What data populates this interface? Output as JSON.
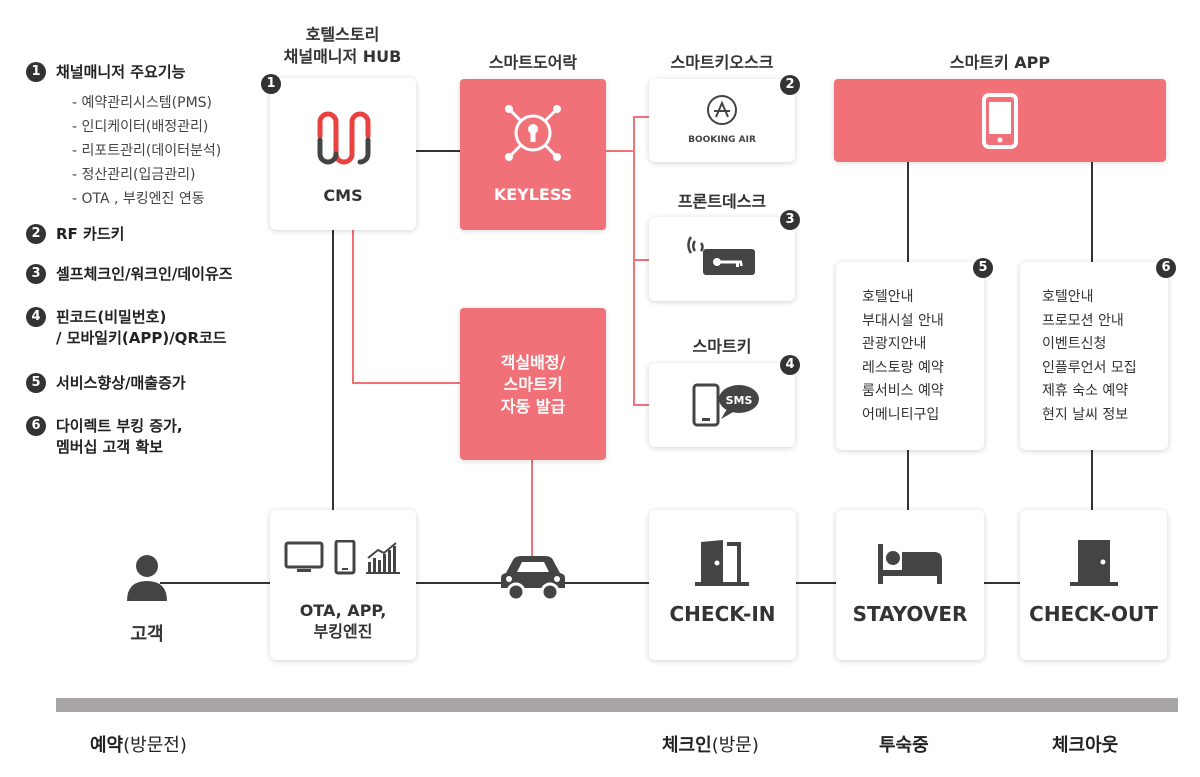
{
  "legend": [
    {
      "num": "1",
      "title": "채널매니저 주요기능",
      "items": [
        "- 예약관리시스템(PMS)",
        "- 인디케이터(배정관리)",
        "- 리포트관리(데이터분석)",
        "- 정산관리(입금관리)",
        "- OTA , 부킹엔진 연동"
      ]
    },
    {
      "num": "2",
      "title": "RF 카드키"
    },
    {
      "num": "3",
      "title": "셀프체크인/워크인/데이유즈"
    },
    {
      "num": "4",
      "title": "핀코드(비밀번호)",
      "title2": "/ 모바일키(APP)/QR코드"
    },
    {
      "num": "5",
      "title": "서비스향상/매출증가"
    },
    {
      "num": "6",
      "title": "다이렉트 부킹 증가,",
      "title2": "멤버십 고객 확보"
    }
  ],
  "hub": {
    "title1": "호텔스토리",
    "title2": "채널매니저 HUB",
    "num": "1",
    "label": "CMS"
  },
  "doorlock": {
    "title": "스마트도어락",
    "label": "KEYLESS"
  },
  "kiosk": {
    "title": "스마트키오스크",
    "num": "2",
    "logo_text": "BOOKING AIR"
  },
  "frontdesk": {
    "title": "프론트데스크",
    "num": "3"
  },
  "smartkey": {
    "title": "스마트키",
    "num": "4",
    "badge": "SMS"
  },
  "app": {
    "title": "스마트키 APP"
  },
  "issue": {
    "line1": "객실배정/",
    "line2": "스마트키",
    "line3": "자동 발급"
  },
  "list5": {
    "num": "5",
    "items": [
      "호텔안내",
      "부대시설 안내",
      "관광지안내",
      "레스토랑 예약",
      "룸서비스 예약",
      "어메니티구입"
    ]
  },
  "list6": {
    "num": "6",
    "items": [
      "호텔안내",
      "프로모션 안내",
      "이벤트신청",
      "인플루언서 모집",
      "제휴 숙소 예약",
      "현지 날씨 정보"
    ]
  },
  "customer": {
    "label": "고객"
  },
  "channels": {
    "line1": "OTA, APP,",
    "line2": "부킹엔진"
  },
  "checkin": {
    "label": "CHECK-IN"
  },
  "stayover": {
    "label": "STAYOVER"
  },
  "checkout": {
    "label": "CHECK-OUT"
  },
  "stages": [
    {
      "bold": "예약",
      "rest": "(방문전)"
    },
    {
      "bold": "체크인",
      "rest": "(방문)"
    },
    {
      "bold": "투숙중",
      "rest": ""
    },
    {
      "bold": "체크아웃",
      "rest": ""
    }
  ],
  "colors": {
    "accent": "#f07178",
    "dark": "#333333",
    "bar": "#a8a6a6"
  },
  "icons": [
    "cms-logo-icon",
    "keyhole-icon",
    "booking-air-logo-icon",
    "card-key-icon",
    "phone-sms-icon",
    "smartphone-icon",
    "person-icon",
    "monitor-icon",
    "mobile-icon",
    "chart-icon",
    "car-icon",
    "door-open-icon",
    "bed-icon",
    "door-closed-icon"
  ]
}
